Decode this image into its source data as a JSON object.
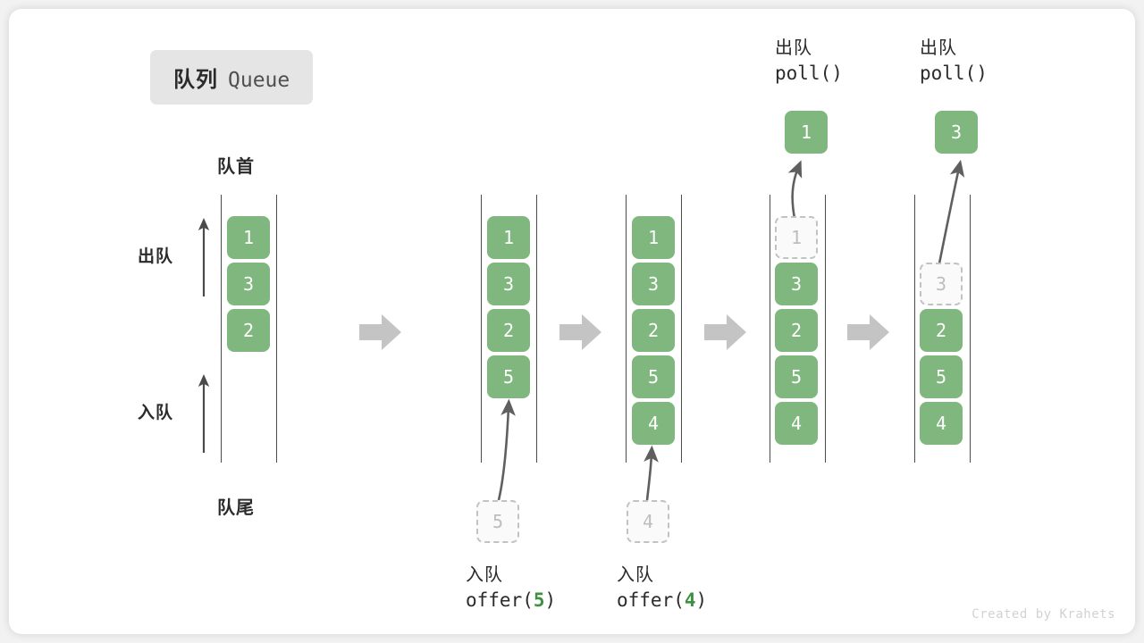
{
  "title": {
    "cn": "队列",
    "en": "Queue"
  },
  "labels": {
    "head": "队首",
    "tail": "队尾",
    "dequeue_side": "出队",
    "enqueue_side": "入队"
  },
  "colors": {
    "cell_green": "#7fb77e",
    "ghost_border": "#c2c2c2",
    "ghost_text": "#bdbdbd",
    "rail": "#4b4b4b",
    "step_arrow": "#c4c4c4",
    "code_number": "#3f9142",
    "badge_bg": "#e5e5e5",
    "canvas_bg": "#ffffff"
  },
  "stages": [
    {
      "id": "initial",
      "cells": [
        {
          "value": "1",
          "state": "filled"
        },
        {
          "value": "3",
          "state": "filled"
        },
        {
          "value": "2",
          "state": "filled"
        }
      ]
    },
    {
      "id": "after-offer-5",
      "cells": [
        {
          "value": "1",
          "state": "filled"
        },
        {
          "value": "3",
          "state": "filled"
        },
        {
          "value": "2",
          "state": "filled"
        },
        {
          "value": "5",
          "state": "filled"
        }
      ],
      "incoming": {
        "value": "5",
        "state": "ghost"
      },
      "caption": {
        "cn": "入队",
        "code_prefix": "offer(",
        "code_num": "5",
        "code_suffix": ")"
      }
    },
    {
      "id": "after-offer-4",
      "cells": [
        {
          "value": "1",
          "state": "filled"
        },
        {
          "value": "3",
          "state": "filled"
        },
        {
          "value": "2",
          "state": "filled"
        },
        {
          "value": "5",
          "state": "filled"
        },
        {
          "value": "4",
          "state": "filled"
        }
      ],
      "incoming": {
        "value": "4",
        "state": "ghost"
      },
      "caption": {
        "cn": "入队",
        "code_prefix": "offer(",
        "code_num": "4",
        "code_suffix": ")"
      }
    },
    {
      "id": "after-poll-1",
      "cells": [
        {
          "value": "1",
          "state": "ghost"
        },
        {
          "value": "3",
          "state": "filled"
        },
        {
          "value": "2",
          "state": "filled"
        },
        {
          "value": "5",
          "state": "filled"
        },
        {
          "value": "4",
          "state": "filled"
        }
      ],
      "outgoing": {
        "value": "1",
        "state": "filled"
      },
      "caption": {
        "cn": "出队",
        "code_prefix": "poll(",
        "code_num": "",
        "code_suffix": ")"
      }
    },
    {
      "id": "after-poll-3",
      "cells": [
        {
          "value": "",
          "state": "empty"
        },
        {
          "value": "3",
          "state": "ghost"
        },
        {
          "value": "2",
          "state": "filled"
        },
        {
          "value": "5",
          "state": "filled"
        },
        {
          "value": "4",
          "state": "filled"
        }
      ],
      "outgoing": {
        "value": "3",
        "state": "filled"
      },
      "caption": {
        "cn": "出队",
        "code_prefix": "poll(",
        "code_num": "",
        "code_suffix": ")"
      }
    }
  ],
  "watermark": "Created by Krahets"
}
